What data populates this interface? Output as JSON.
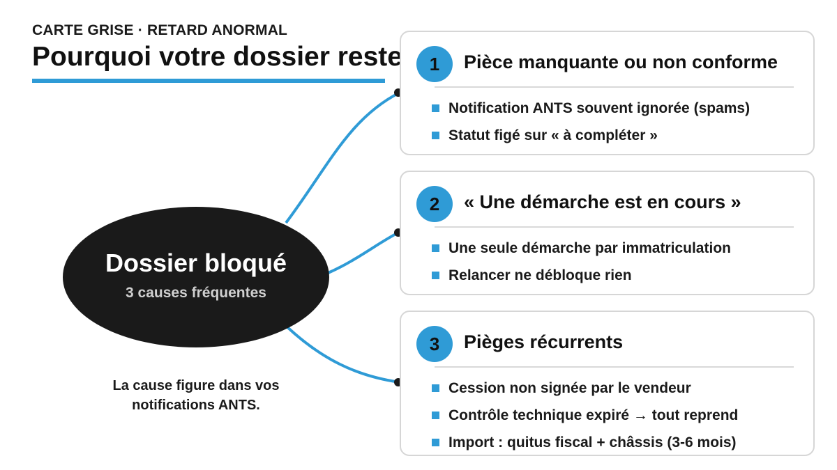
{
  "header": {
    "kicker": "CARTE GRISE · RETARD ANORMAL",
    "title": "Pourquoi votre dossier reste bloqué"
  },
  "hub": {
    "title": "Dossier bloqué",
    "subtitle": "3 causes fréquentes"
  },
  "footnote": {
    "line1": "La cause figure dans vos",
    "line2": "notifications ANTS."
  },
  "causes": [
    {
      "number": "1",
      "title": "Pièce manquante ou non conforme",
      "bullets": [
        "Notification ANTS souvent ignorée (spams)",
        "Statut figé sur « à compléter »"
      ]
    },
    {
      "number": "2",
      "title": "« Une démarche est en cours »",
      "bullets": [
        "Une seule démarche par immatriculation",
        "Relancer ne débloque rien"
      ]
    },
    {
      "number": "3",
      "title": "Pièges récurrents",
      "bullets": [
        "Cession non signée par le vendeur",
        "Contrôle technique expiré → tout reprend",
        "Import : quitus fiscal + châssis (3-6 mois)"
      ]
    }
  ],
  "colors": {
    "accent": "#2f9bd6",
    "hub": "#1a1a1a",
    "card_border": "#d6d6d6"
  }
}
